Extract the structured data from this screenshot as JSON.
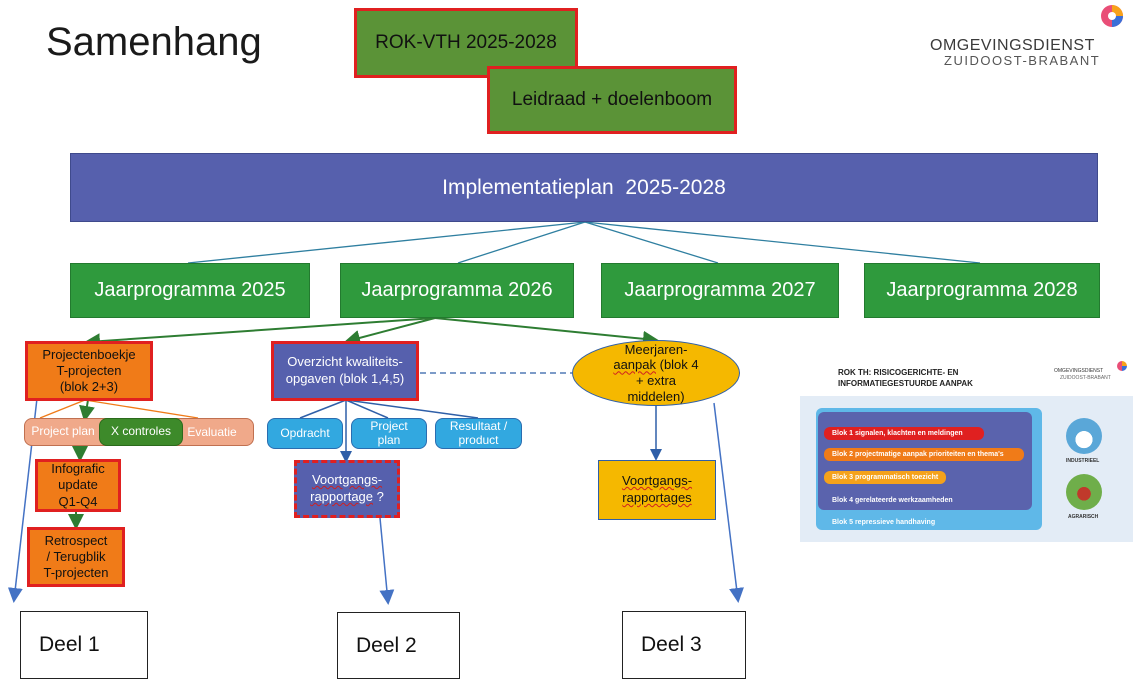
{
  "title": "Samenhang",
  "logo": {
    "line1": "OMGEVINGSDIENST",
    "line2": "ZUIDOOST-BRABANT"
  },
  "top_boxes": {
    "rok": "ROK-VTH 2025-2028",
    "leidraad": "Leidraad + doelenboom"
  },
  "implementatieplan": "Implementatieplan  2025-2028",
  "jaarprogrammas": [
    "Jaarprogramma 2025",
    "Jaarprogramma 2026",
    "Jaarprogramma 2027",
    "Jaarprogramma 2028"
  ],
  "deel1": {
    "projectenboekje": [
      "Projectenboekje",
      "T-projecten",
      "(blok 2+3)"
    ],
    "project_plan": "Project plan",
    "x_controles": "X controles",
    "evaluatie": "Evaluatie",
    "infografic": [
      "Infografic",
      "update",
      "Q1-Q4"
    ],
    "retrospect": [
      "Retrospect",
      "/ Terugblik",
      "T-projecten"
    ]
  },
  "deel2": {
    "overzicht": [
      "Overzicht kwaliteits-",
      "opgaven (blok 1,4,5)"
    ],
    "opdracht": "Opdracht",
    "project_plan": "Project plan",
    "resultaat": "Resultaat / product",
    "voortgang_word": "Voortgangs-",
    "voortgang_rest": "rapportage",
    "voortgang_q": " ?"
  },
  "deel3": {
    "meerjaren_1": "Meerjaren-",
    "meerjaren_2a": "aanpak",
    "meerjaren_2b": " (blok 4",
    "meerjaren_3": "+ extra",
    "meerjaren_4": "middelen)",
    "voortgangs_1": "Voortgangs-",
    "voortgangs_2": "rapportages"
  },
  "deel_labels": [
    "Deel 1",
    "Deel 2",
    "Deel 3"
  ],
  "inset": {
    "title_1": "ROK TH: RISICOGERICHTE- EN",
    "title_2": "INFORMATIEGESTUURDE AANPAK",
    "logo_1": "OMGEVINGSDIENST",
    "logo_2": "ZUIDOOST-BRABANT",
    "blokken": [
      "Blok 1  signalen, klachten en meldingen",
      "Blok 2  projectmatige aanpak prioriteiten en thema's",
      "Blok 3  programmatisch toezicht",
      "Blok 4  gerelateerde werkzaamheden",
      "Blok 5  repressieve handhaving"
    ],
    "industrieel": "INDUSTRIEEL",
    "agrarisch": "AGRARISCH"
  },
  "colors": {
    "green": "#5b9337",
    "red_border": "#e02020",
    "blue": "#5660ad",
    "jaar_green": "#2f9a3d",
    "orange": "#f07b18",
    "yellow": "#f5b800",
    "light_blue": "#32a8e0"
  }
}
